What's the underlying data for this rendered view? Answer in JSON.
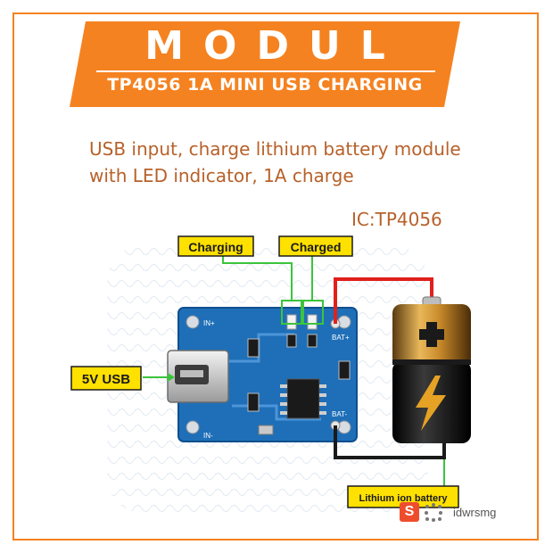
{
  "banner": {
    "title": "MODUL",
    "subtitle": "TP4056 1A MINI USB CHARGING",
    "color": "#f58220"
  },
  "description": {
    "line1": "USB input, charge lithium battery module",
    "line2": "with LED indicator, 1A charge"
  },
  "ic_label": "IC:TP4056",
  "labels": {
    "charging": "Charging",
    "charged": "Charged",
    "usb": "5V  USB",
    "battery": "Lithium ion battery"
  },
  "pcb_silk": {
    "in_plus": "IN+",
    "in_minus": "IN-",
    "bat_plus": "BAT+",
    "bat_minus": "BAT-"
  },
  "watermark": {
    "badge": "S",
    "handle": "idwrsmg"
  },
  "colors": {
    "text_brown": "#b7612a",
    "pcb_blue": "#1e6fb8",
    "wire_red": "#e0201c",
    "wire_black": "#1a1a1a",
    "wire_green": "#3cc43c",
    "label_yellow": "#ffe100"
  }
}
